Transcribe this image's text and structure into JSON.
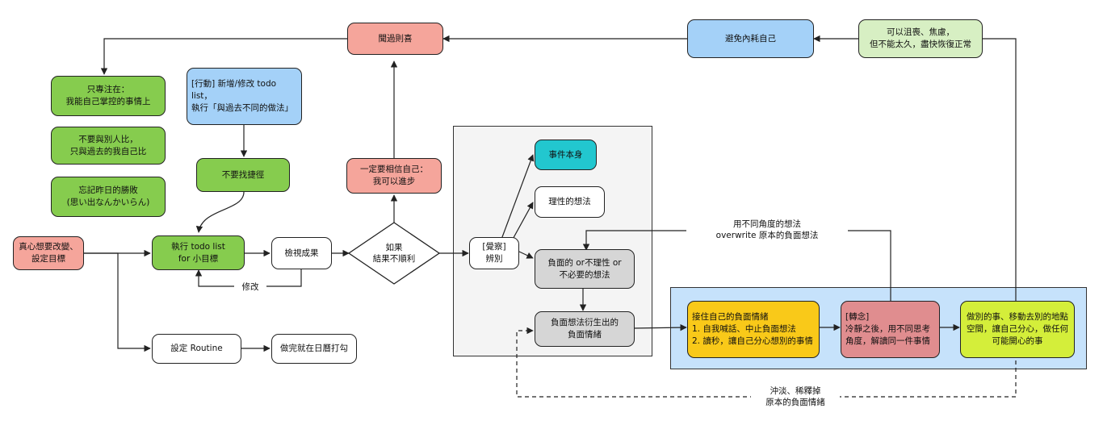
{
  "nodes": {
    "wenguo": "聞過則喜",
    "avoid": "避免內耗自己",
    "allow": "可以沮喪、焦慮，\n但不能太久，盡快恢復正常",
    "focus": "只專注在：\n我能自己掌控的事情上",
    "action": "[行動] 新增/修改 todo list，\n執行「與過去不同的做法」",
    "compare": "不要與別人比，\n只與過去的我自己比",
    "forget": "忘記昨日的勝敗\n(思い出なんかいらん)",
    "noshortcut": "不要找捷徑",
    "believe": "一定要相信自己：\n我可以進步",
    "goal": "真心想要改變、\n設定目標",
    "exec": "執行 todo list\nfor 小目標",
    "review": "檢視成果",
    "ifnot": "如果\n結果不順利",
    "routine": "設定 Routine",
    "check": "做完就在日曆打勾",
    "aware": "[覺察]\n辨別",
    "event": "事件本身",
    "rational": "理性的想法",
    "negative": "負面的 or不理性 or\n不必要的想法",
    "derived": "負面想法衍生出的\n負面情緒",
    "accept": "接住自己的負面情緒\n1. 自我喊話、中止負面想法\n2. 讀秒，讓自己分心想別的事情",
    "turn": "[轉念]\n冷靜之後，用不同思考\n角度，解讀同一件事情",
    "doelse": "做別的事、移動去別的地點\n空間，讓自己分心，做任何\n可能開心的事"
  },
  "labels": {
    "modify": "修改",
    "overwrite": "用不同角度的想法\noverwrite 原本的負面想法",
    "dilute": "沖淡、稀釋掉\n原本的負面情緒"
  },
  "colors": {
    "green": "#86cc4e",
    "salmon": "#f5a59b",
    "blue": "#a4d1f8",
    "teal": "#22c7cf",
    "grey": "#d6d6d6",
    "yellow": "#f9c919",
    "rose": "#e08d8f",
    "lime": "#d4ee3a",
    "lightgreen": "#d7efc3",
    "region_grey": "#f4f4f4",
    "region_blue": "#c6e2fb"
  }
}
